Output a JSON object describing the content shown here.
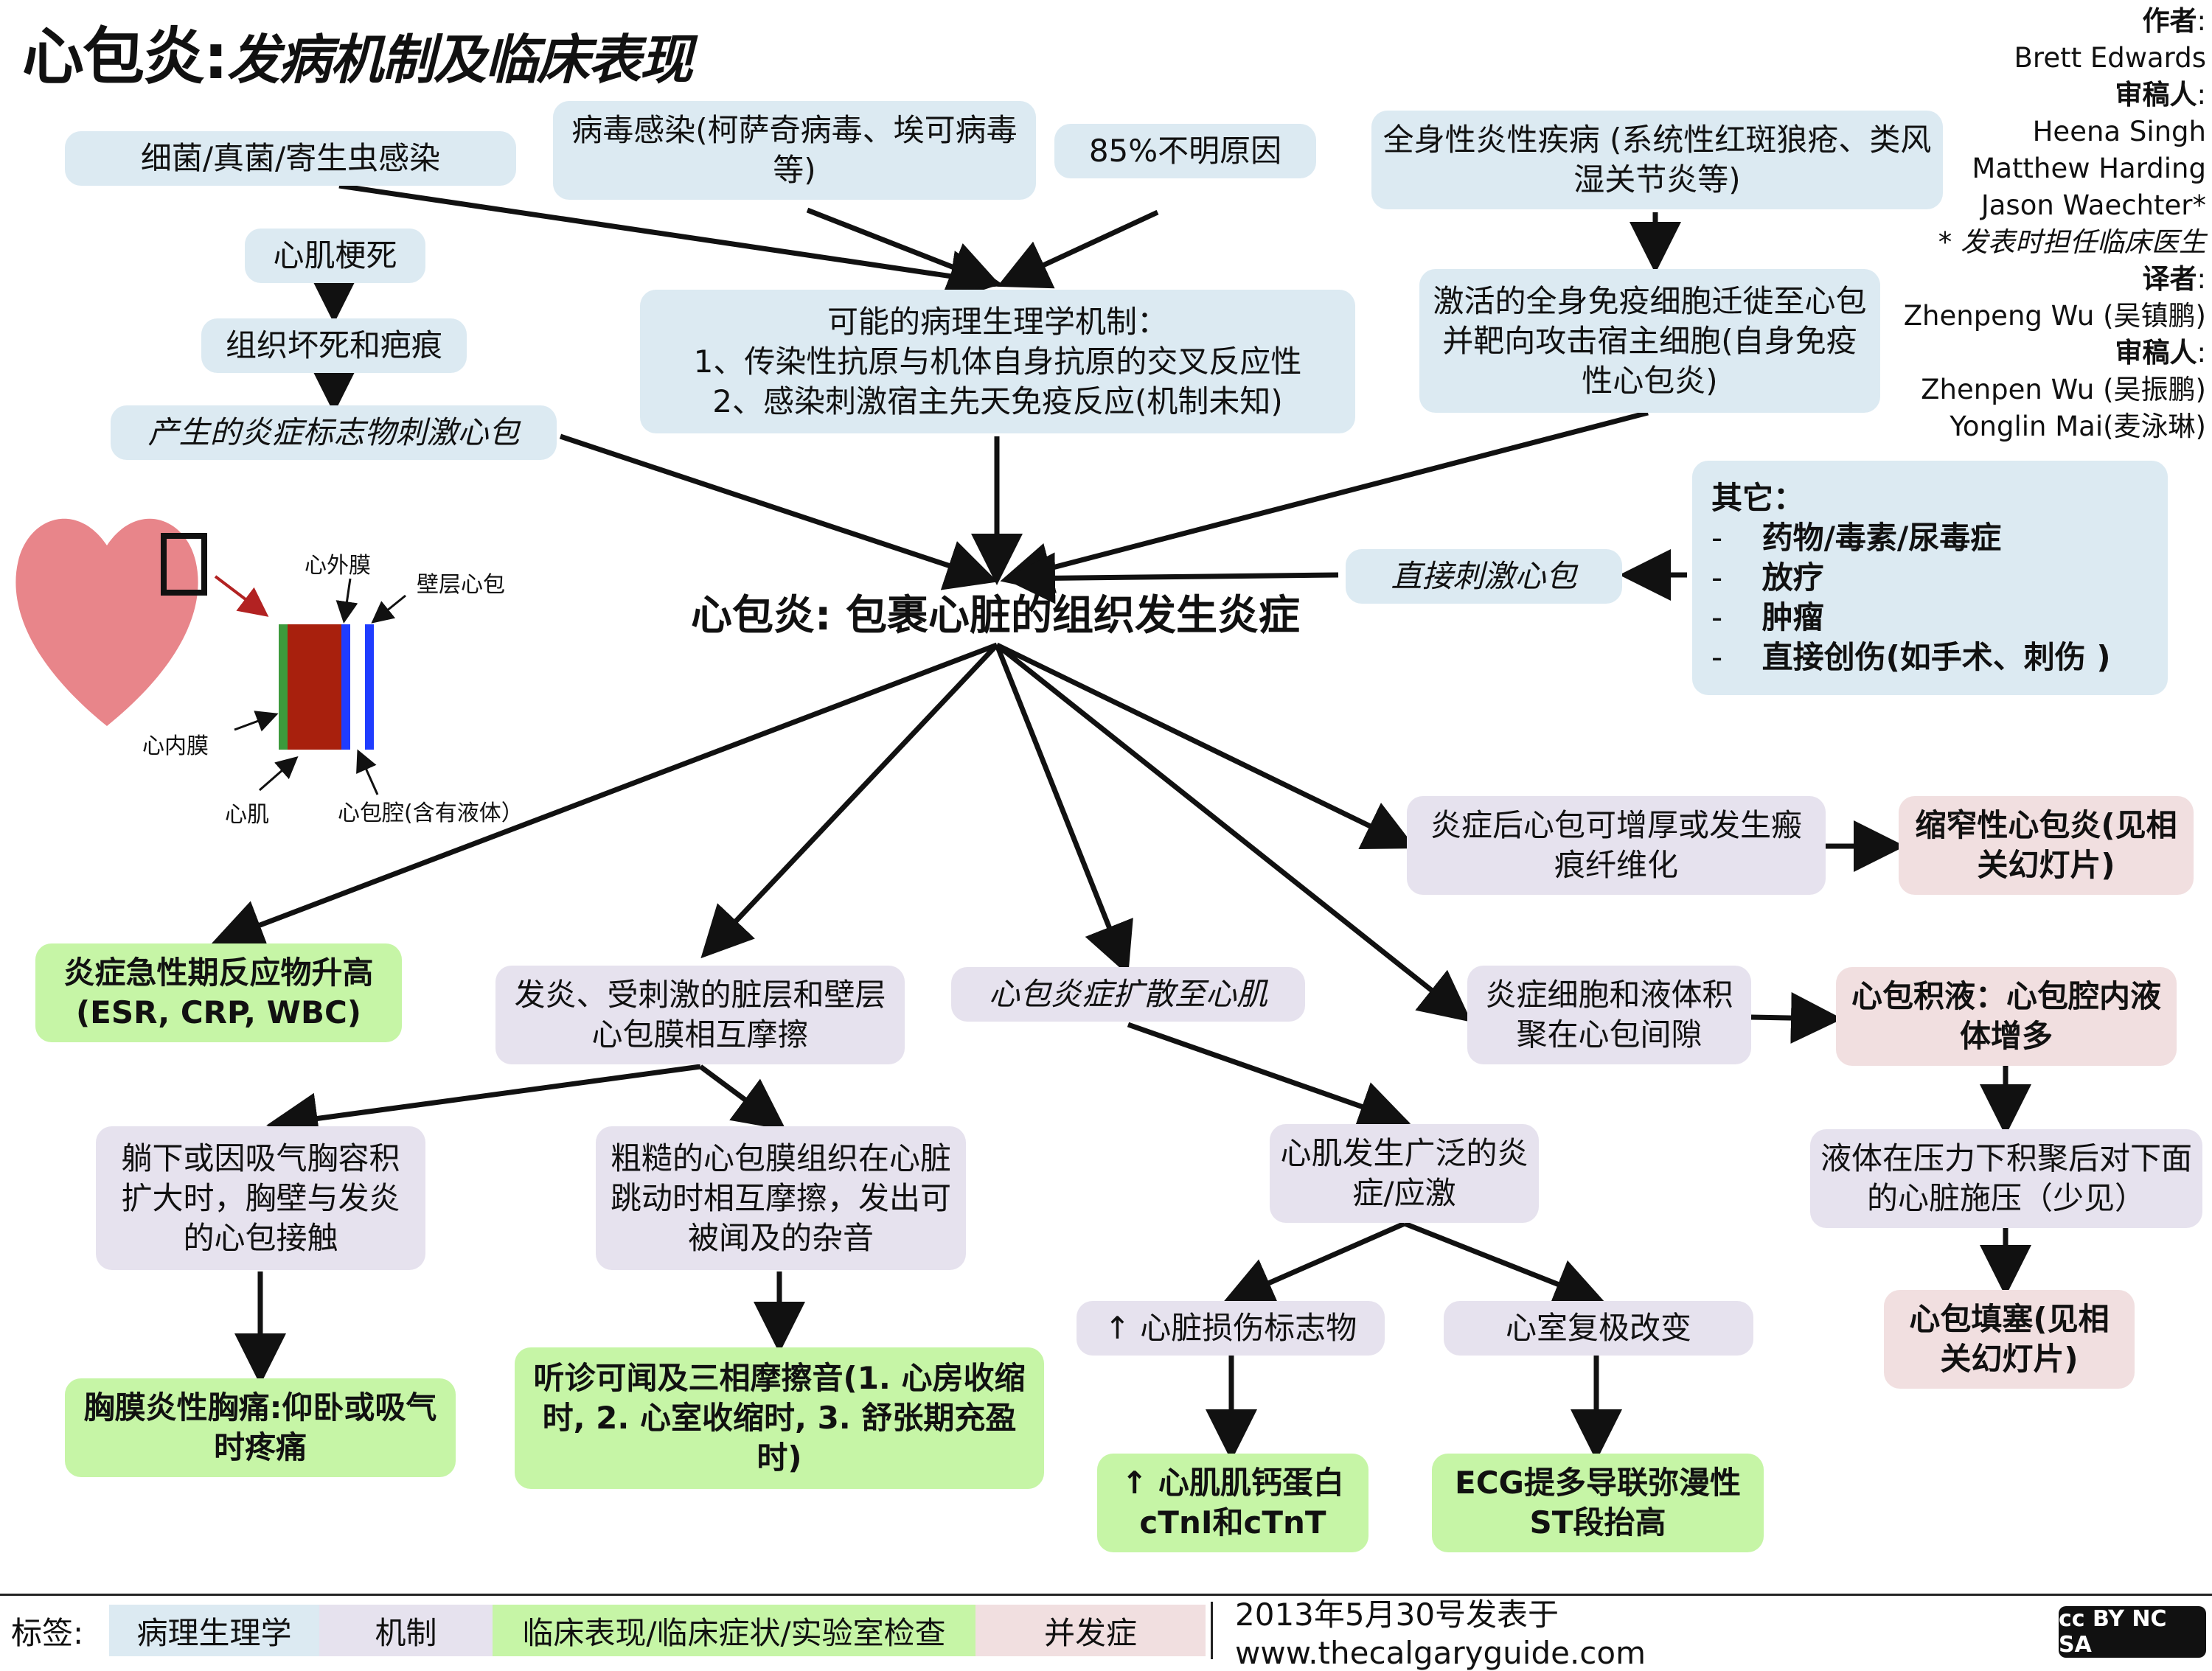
{
  "header": {
    "title_main": "心包炎:",
    "title_sub": "发病机制及临床表现"
  },
  "credits": {
    "author_label": "作者",
    "author": "Brett Edwards",
    "reviewer_label": "审稿人",
    "reviewers": [
      "Heena Singh",
      "Matthew Harding",
      "Jason Waechter*"
    ],
    "note": "* 发表时担任临床医生",
    "translator_label": "译者",
    "translator": "Zhenpeng Wu (吴镇鹏)",
    "reviewer2_label": "审稿人",
    "reviewers2": [
      "Zhenpen Wu (吴振鹏)",
      "Yonglin Mai(麦泳琳)"
    ]
  },
  "nodes": {
    "bacteria": "细菌/真菌/寄生虫感染",
    "virus": "病毒感染(柯萨奇病毒、埃可病毒等)",
    "idiopathic": "85%不明原因",
    "systemic": "全身性炎性疾病 (系统性红斑狼疮、类风湿关节炎等)",
    "mi": "心肌梗死",
    "necrosis": "组织坏死和疤痕",
    "markers": "产生的炎症标志物刺激心包",
    "mechanism_title": "可能的病理生理学机制：",
    "mechanism_1": "1、传染性抗原与机体自身抗原的交叉反应性",
    "mechanism_2": "2、感染刺激宿主先天免疫反应(机制未知)",
    "immune": "激活的全身免疫细胞迁徙至心包并靶向攻击宿主细胞(自身免疫性心包炎)",
    "direct": "直接刺激心包",
    "center": "心包炎: 包裹心脏的组织发生炎症",
    "thickening": "炎症后心包可增厚或发生瘢痕纤维化",
    "constrictive": "缩窄性心包炎(见相关幻灯片)",
    "acute_phase": "炎症急性期反应物升高",
    "acute_phase_detail": "(ESR, CRP, WBC)",
    "friction": "发炎、受刺激的脏层和壁层心包膜相互摩擦",
    "spread": "心包炎症扩散至心肌",
    "fluid_accum": "炎症细胞和液体积聚在心包间隙",
    "effusion": "心包积液：心包腔内液体增多",
    "lying": "躺下或因吸气胸容积扩大时，胸壁与发炎的心包接触",
    "rough": "粗糙的心包膜组织在心脏跳动时相互摩擦，发出可被闻及的杂音",
    "myo_inflam": "心肌发生广泛的炎症/应激",
    "pressure": "液体在压力下积聚后对下面的心脏施压（少见）",
    "pleuritic": "胸膜炎性胸痛:仰卧或吸气时疼痛",
    "rub": "听诊可闻及三相摩擦音(1. 心房收缩时, 2. 心室收缩时, 3. 舒张期充盈时)",
    "injury_markers": "↑ 心脏损伤标志物",
    "repol": "心室复极改变",
    "tamponade": "心包填塞(见相关幻灯片)",
    "troponin": "↑ 心肌肌钙蛋白 cTnI和cTnT",
    "ecg": "ECG提多导联弥漫性ST段抬高"
  },
  "other": {
    "title": "其它：",
    "items": [
      "药物/毒素/尿毒症",
      "放疗",
      "肿瘤",
      "直接创伤(如手术、刺伤 )"
    ]
  },
  "heart_labels": {
    "epicardium": "心外膜",
    "parietal": "壁层心包",
    "endocardium": "心内膜",
    "myocardium": "心肌",
    "cavity": "心包腔(含有液体）"
  },
  "footer": {
    "tags_label": "标签:",
    "tag_pathophys": "病理生理学",
    "tag_mechanism": "机制",
    "tag_clinical": "临床表现/临床症状/实验室检查",
    "tag_complication": "并发症",
    "published": "2013年5月30号发表于www.thecalgaryguide.com",
    "license": "cc BY NC SA"
  },
  "colors": {
    "blue": "#dceaf2",
    "purple": "#e6e2ee",
    "green": "#c6f5a6",
    "pink": "#f1dfe0"
  }
}
